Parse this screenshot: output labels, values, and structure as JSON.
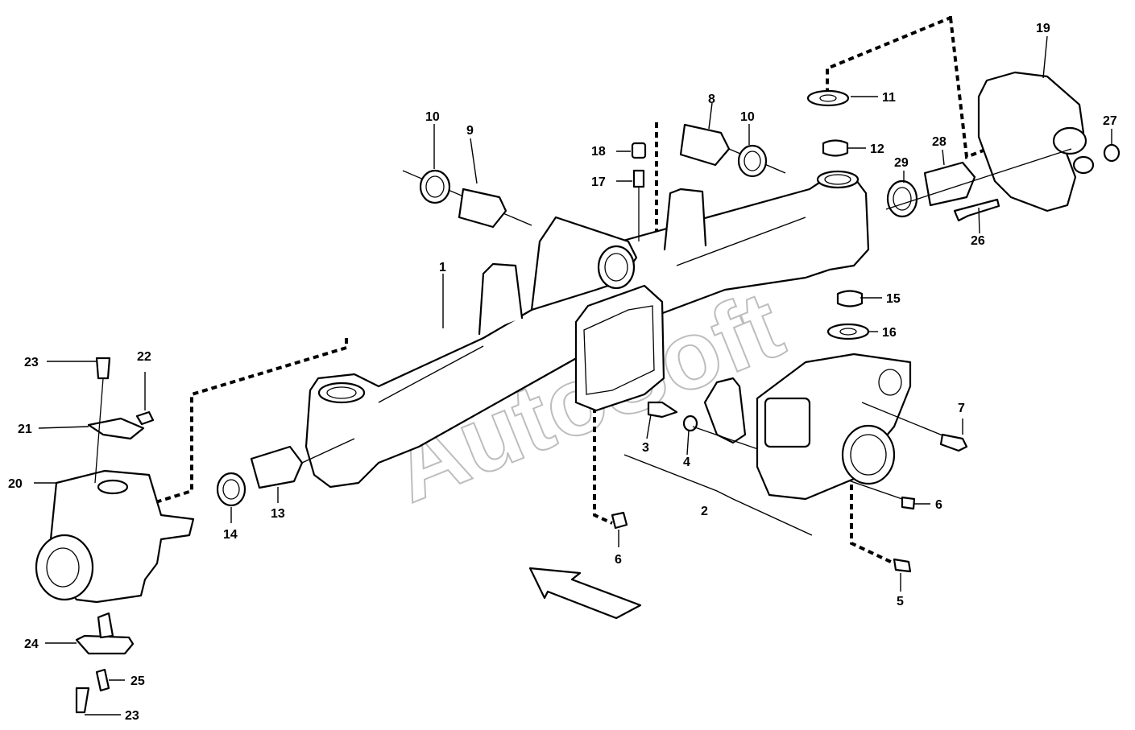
{
  "watermark": "AutoSoft",
  "callouts": {
    "c1": "1",
    "c2": "2",
    "c3": "3",
    "c4": "4",
    "c5": "5",
    "c6a": "6",
    "c6b": "6",
    "c7": "7",
    "c8": "8",
    "c9": "9",
    "c10a": "10",
    "c10b": "10",
    "c11": "11",
    "c12": "12",
    "c13": "13",
    "c14": "14",
    "c15": "15",
    "c16": "16",
    "c17": "17",
    "c18": "18",
    "c19": "19",
    "c20": "20",
    "c21": "21",
    "c22": "22",
    "c23a": "23",
    "c23b": "23",
    "c24": "24",
    "c25": "25",
    "c26": "26",
    "c27": "27",
    "c28": "28",
    "c29": "29"
  }
}
